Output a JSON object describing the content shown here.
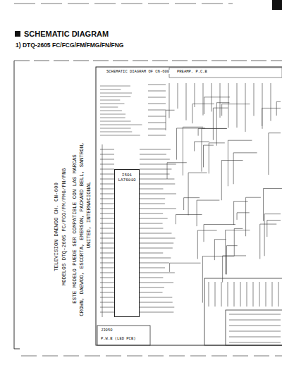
{
  "diagram": {
    "title": "SCHEMATIC DIAGRAM",
    "nodes": [
      {
        "text": [
          "I501",
          "LA76810"
        ]
      }
    ],
    "labels": [
      "1) DTQ-2605 FC/FCG/FM/FMG/FN/FNG",
      "TELEVISION DAEWOO CH. CN-600",
      "MODELOS DTQ-2605 FC/FCG/FM/FMG/FN/FNG",
      "ESTE MODELO PUEDE SER COMPATIBLE CON LAS MARCAS",
      "CROWN, DAEWOO, ESCORTA, EMERSON, PACKARD BELL, SANTRON,",
      "UNITED, INTERNACIONAL",
      "SCHEMATIC DIAGRAM OF CN-600",
      "PREAMP. P.C.B",
      "J3050",
      "P.W.B (LED PCB)"
    ]
  }
}
